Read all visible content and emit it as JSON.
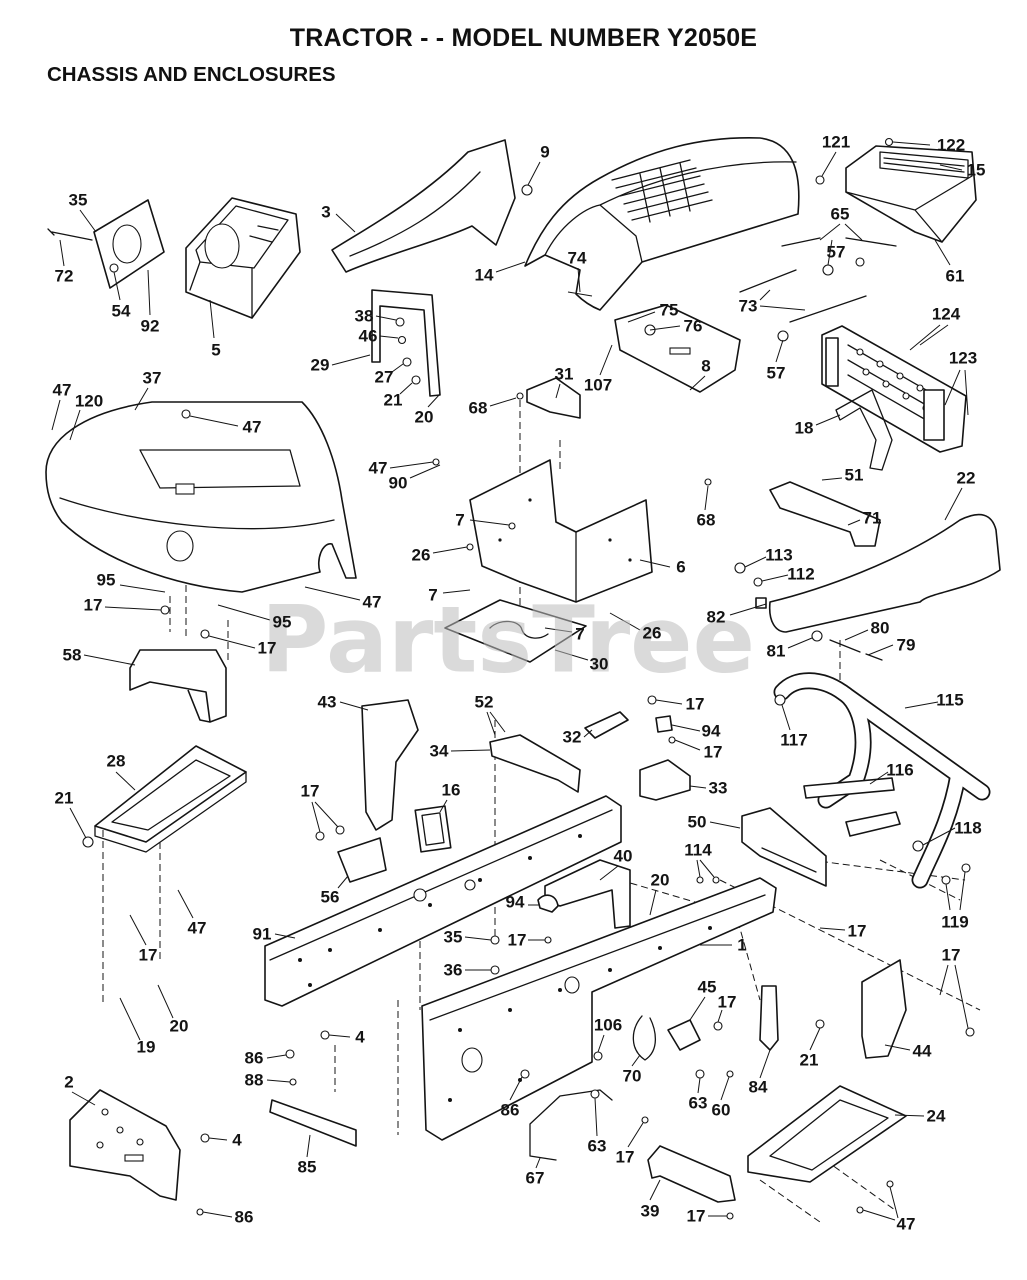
{
  "title": "TRACTOR - - MODEL NUMBER Y2050E",
  "subtitle": "CHASSIS AND ENCLOSURES",
  "watermark": "PartsTree",
  "callouts": [
    "35",
    "72",
    "54",
    "92",
    "5",
    "3",
    "9",
    "14",
    "74",
    "121",
    "122",
    "15",
    "65",
    "57",
    "73",
    "61",
    "124",
    "123",
    "57",
    "75",
    "76",
    "107",
    "38",
    "46",
    "29",
    "27",
    "21",
    "20",
    "31",
    "8",
    "68",
    "18",
    "47",
    "120",
    "37",
    "47",
    "47",
    "90",
    "51",
    "22",
    "68",
    "7",
    "71",
    "26",
    "6",
    "113",
    "112",
    "7",
    "95",
    "47",
    "17",
    "95",
    "26",
    "82",
    "7",
    "80",
    "17",
    "79",
    "81",
    "58",
    "30",
    "43",
    "52",
    "17",
    "115",
    "94",
    "32",
    "34",
    "117",
    "17",
    "28",
    "33",
    "16",
    "116",
    "17",
    "21",
    "50",
    "118",
    "40",
    "114",
    "20",
    "56",
    "94",
    "47",
    "91",
    "17",
    "119",
    "35",
    "17",
    "1",
    "17",
    "36",
    "17",
    "45",
    "17",
    "20",
    "106",
    "4",
    "21",
    "19",
    "44",
    "86",
    "88",
    "70",
    "84",
    "2",
    "86",
    "63",
    "60",
    "24",
    "4",
    "63",
    "17",
    "85",
    "67",
    "39",
    "17",
    "86",
    "47"
  ]
}
